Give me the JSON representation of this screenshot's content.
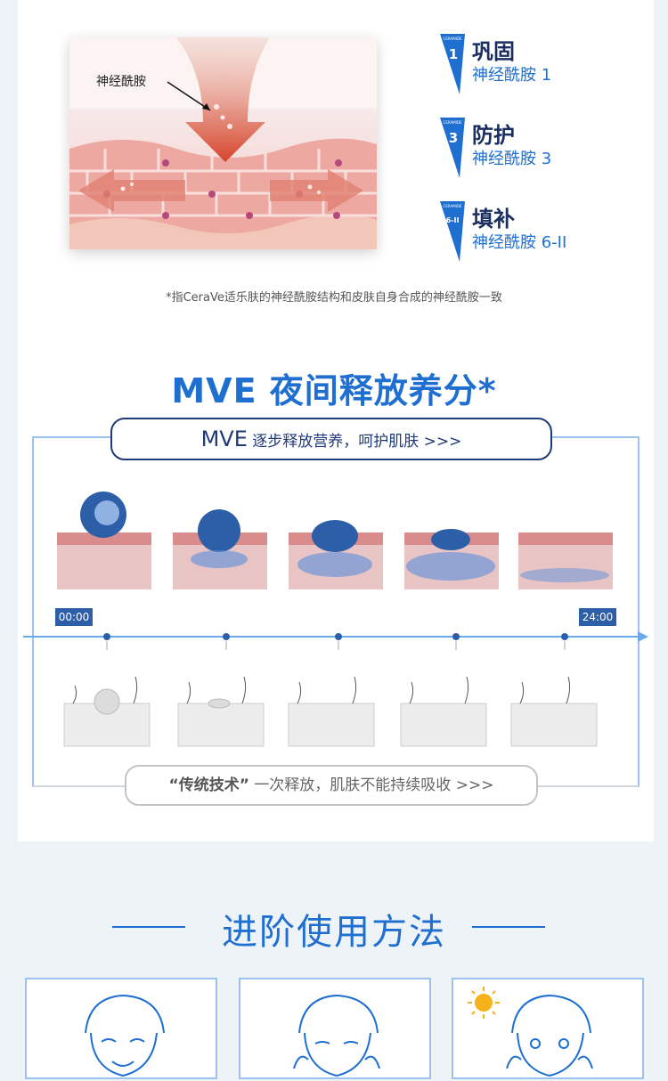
{
  "diagram": {
    "ceramide_label": "神经酰胺",
    "badge_word": "CERAMIDE"
  },
  "ceramides": [
    {
      "badge": "1",
      "title": "巩固",
      "subtitle": "神经酰胺 1"
    },
    {
      "badge": "3",
      "title": "防护",
      "subtitle": "神经酰胺 3"
    },
    {
      "badge": "6-II",
      "title": "填补",
      "subtitle": "神经酰胺 6-II"
    }
  ],
  "note": "*指CeraVe适乐肤的神经酰胺结构和皮肤自身合成的神经酰胺一致",
  "mve": {
    "title": "MVE 夜间释放养分*",
    "pill_big": "MVE",
    "pill_text": "逐步释放营养，呵护肌肤 >>>",
    "time_start": "00:00",
    "time_end": "24:00",
    "traditional_label": "“传统技术”",
    "traditional_text": "一次释放，肌肤不能持续吸收 >>>"
  },
  "advanced": {
    "title": "进阶使用方法"
  },
  "colors": {
    "brand_blue": "#1f6fd1",
    "navy": "#1f3a78",
    "light_blue": "#9cc3ef"
  },
  "icons": [
    "arrow-down-icon",
    "arrow-left-icon",
    "arrow-right-icon",
    "sun-icon",
    "face-icon"
  ]
}
